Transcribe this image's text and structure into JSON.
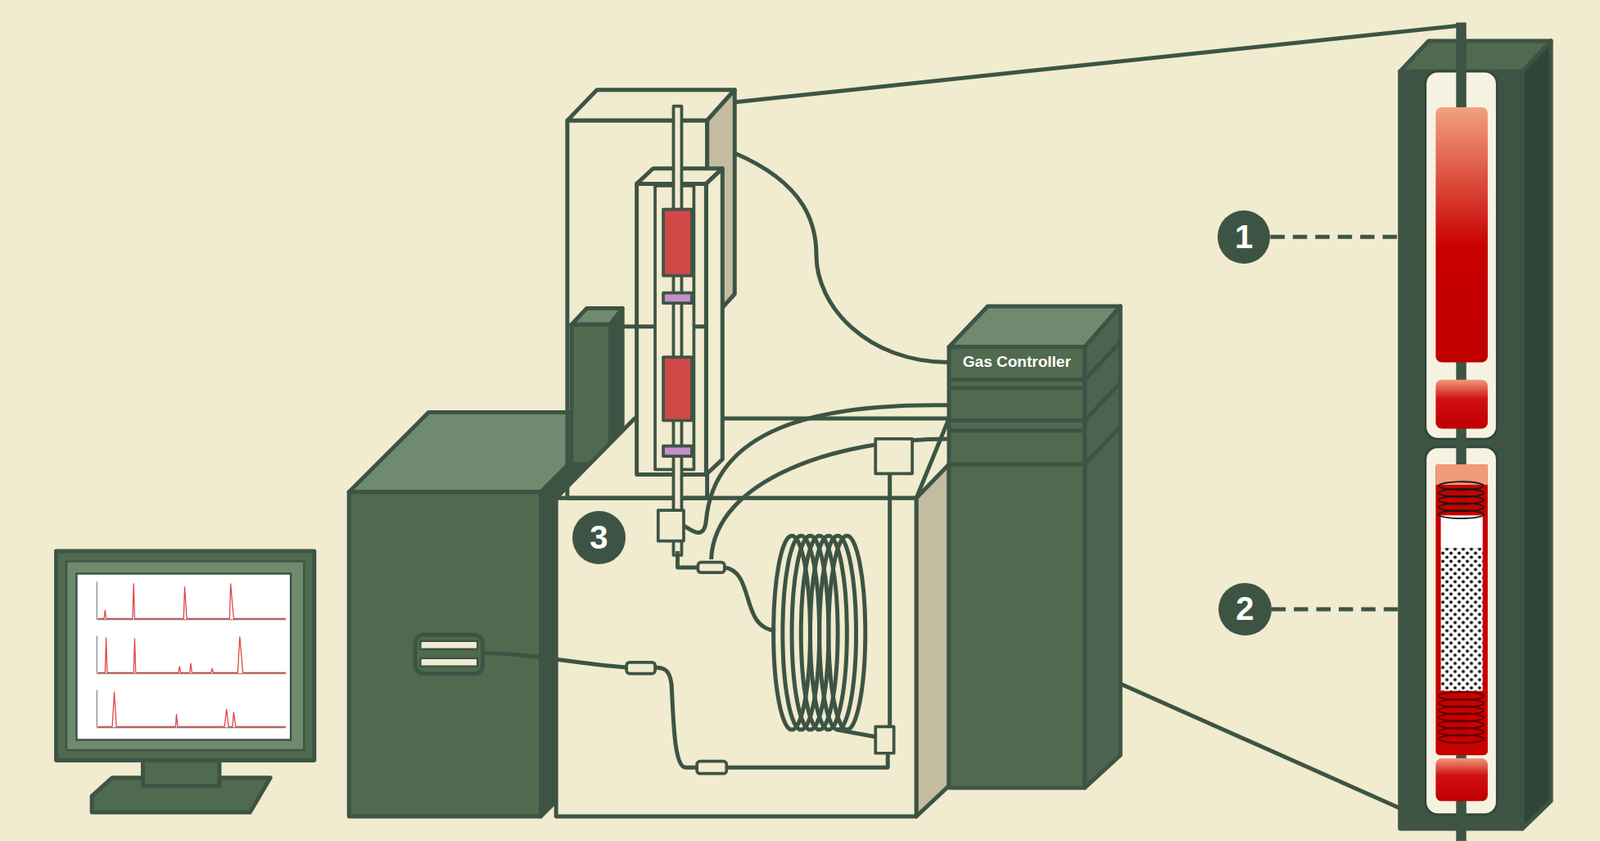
{
  "diagram": {
    "nodes": [
      {
        "text": [
          "Gas Controller"
        ]
      }
    ],
    "labels": [
      "1",
      "2",
      "3"
    ]
  }
}
